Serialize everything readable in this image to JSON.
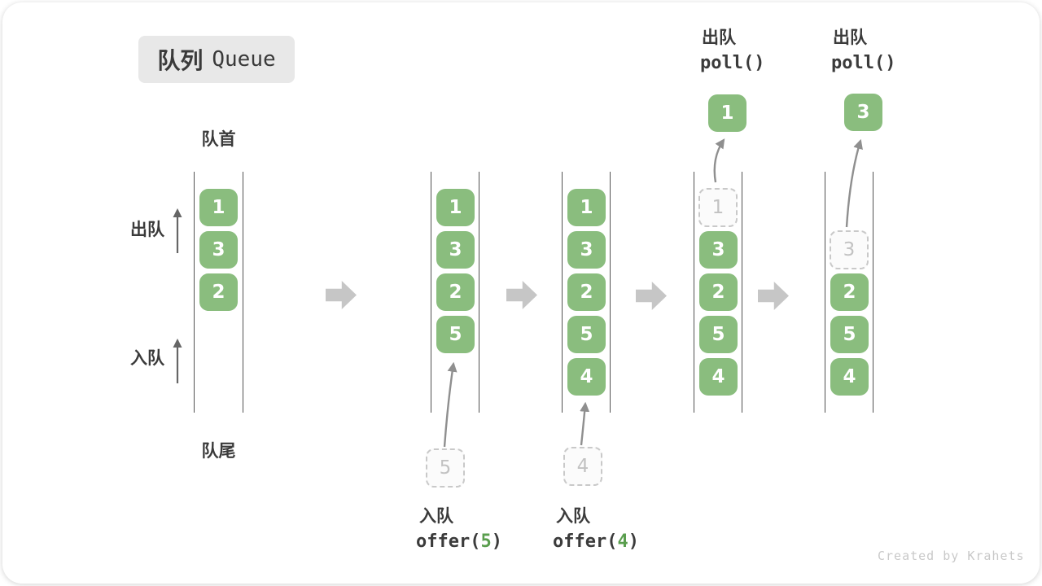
{
  "title": {
    "zh": "队列",
    "en": "Queue"
  },
  "labels": {
    "front": "队首",
    "rear": "队尾",
    "dequeue": "出队",
    "enqueue": "入队"
  },
  "queue1": {
    "blocks": [
      "1",
      "3",
      "2"
    ]
  },
  "queue2": {
    "blocks": [
      "1",
      "3",
      "2",
      "5"
    ],
    "pending": "5",
    "op": {
      "zh": "入队",
      "fn": "offer(",
      "arg": "5",
      "end": ")"
    }
  },
  "queue3": {
    "blocks": [
      "1",
      "3",
      "2",
      "5",
      "4"
    ],
    "pending": "4",
    "op": {
      "zh": "入队",
      "fn": "offer(",
      "arg": "4",
      "end": ")"
    }
  },
  "queue4": {
    "removed": "1",
    "popped": "1",
    "blocks": [
      "3",
      "2",
      "5",
      "4"
    ],
    "op": {
      "zh": "出队",
      "fn": "poll()"
    }
  },
  "queue5": {
    "removed": "3",
    "popped": "3",
    "blocks": [
      "2",
      "5",
      "4"
    ],
    "op": {
      "zh": "出队",
      "fn": "poll()"
    }
  },
  "watermark": "Created by Krahets",
  "colors": {
    "block_green": "#8abd7e",
    "code_number_green": "#5a9e4e",
    "flow_arrow_gray": "#c6c6c6",
    "pointer_arrow_gray": "#8f8f8f",
    "text_dark": "#3b3b3b",
    "dashed_border_gray": "#c9c9c9",
    "title_box_bg": "#e8e8e8",
    "watermark_gray": "#c9c9c9"
  }
}
